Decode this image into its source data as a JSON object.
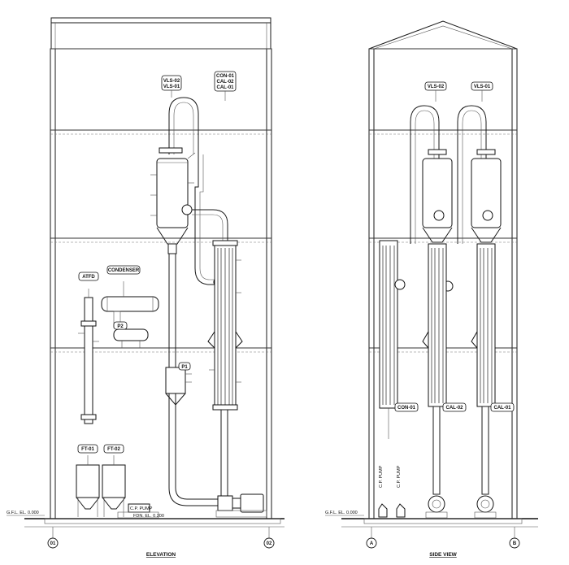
{
  "elevation": {
    "title": "ELEVATION",
    "grid_left": "01",
    "grid_right": "02",
    "gfl_label": "G.F.L. EL. 0.000",
    "fdn_label": "FDN. EL. 0.200",
    "tag_vls": [
      "VLS-02",
      "VLS-01"
    ],
    "tag_con": [
      "CON-01",
      "CAL-02",
      "CAL-01"
    ],
    "tag_atfd": "ATFD",
    "tag_condenser": "CONDENSER",
    "tag_p2": "P2",
    "tag_p1": "P1",
    "tag_ft01": "FT-01",
    "tag_ft02": "FT-02",
    "pump_label": "C.P. PUMP"
  },
  "side_view": {
    "title": "SIDE VIEW",
    "grid_left": "A",
    "grid_right": "B",
    "gfl_label": "G.F.L. EL. 0.000",
    "tag_vls02": "VLS-02",
    "tag_vls01": "VLS-01",
    "tag_con01": "CON-01",
    "tag_cal02": "CAL-02",
    "tag_cal01": "CAL-01",
    "pump_label_1": "C.P. PUMP",
    "pump_label_2": "C.P. PUMP"
  }
}
